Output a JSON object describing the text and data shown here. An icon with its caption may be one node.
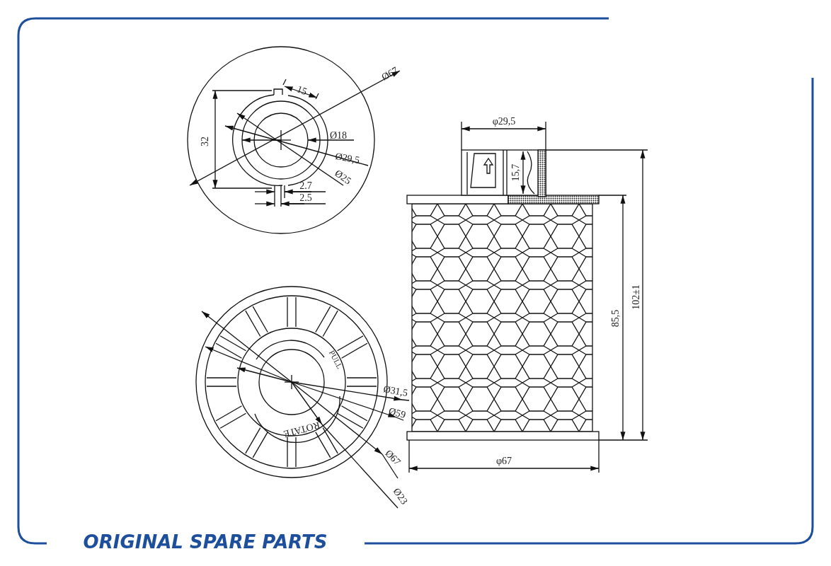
{
  "diagram": {
    "labels": [
      "Ø67",
      "15",
      "32",
      "Ø18",
      "Ø29,5",
      "Ø25",
      "2.7",
      "2.5",
      "φ29,5",
      "15,7",
      "102±1",
      "85,5",
      "Ø31,5",
      "Ø59",
      "Ø67",
      "Ø23",
      "PULL",
      "ROTATE",
      "φ67",
      "ORIGINAL SPARE PARTS"
    ]
  }
}
